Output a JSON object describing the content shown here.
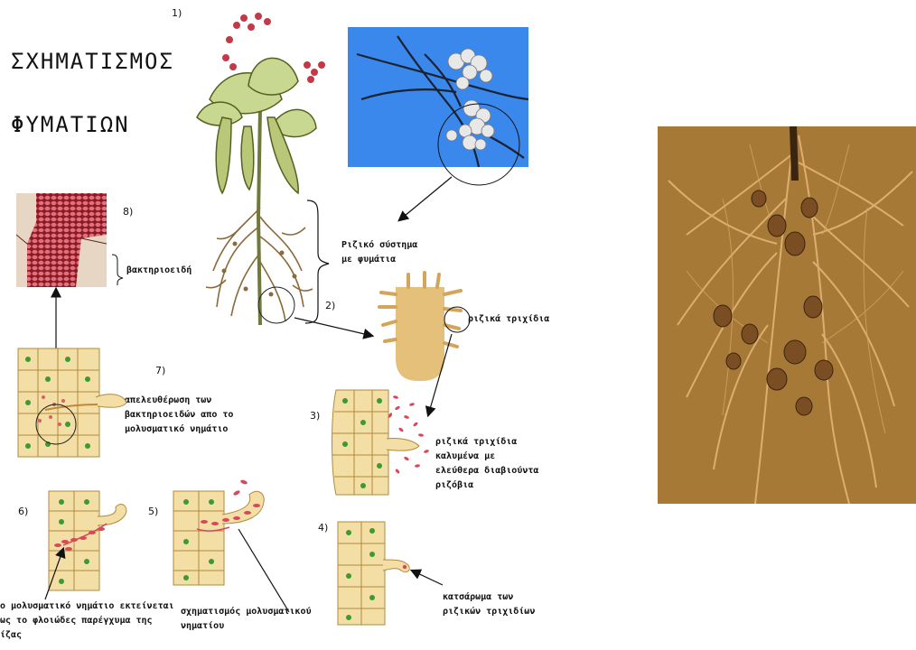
{
  "title": {
    "line1": "ΣΧΗΜΑΤΙΣΜΟΣ",
    "line2": "ΦΥΜΑΤΙΩΝ"
  },
  "steps": {
    "s1": "1)",
    "s2": "2)",
    "s3": "3)",
    "s4": "4)",
    "s5": "5)",
    "s6": "6)",
    "s7": "7)",
    "s8": "8)"
  },
  "labels": {
    "root_system_1": "Ριζικό σύστημα",
    "root_system_2": "με φυμάτια",
    "root_hairs": "ριζικά τριχίδια",
    "bacteroids": "βακτηριοειδή",
    "release_1": "απελευθέρωση των",
    "release_2": "βακτηριοειδών απο το",
    "release_3": "μολυσματικό νημάτιο",
    "covered_1": "ριζικά τριχίδια",
    "covered_2": "καλυμένα με",
    "covered_3": "ελεύθερα διαβιούντα",
    "covered_4": "ριζόβια",
    "curling_1": "κατσάρωμα των",
    "curling_2": "ριζικών τριχιδίων",
    "thread_form_1": "σχηματισμός μολυσματικού",
    "thread_form_2": "νηματίου",
    "thread_extends_1": "ο μολυσματικό νημάτιο εκτείνεται",
    "thread_extends_2": "ως το φλοιώδες παρέγχυμα της",
    "thread_extends_3": "ίζας"
  },
  "colors": {
    "cell_fill": "#f3dea6",
    "cell_line": "#b08a3c",
    "nucleus": "#3c9a2e",
    "bacteria": "#d8485a",
    "leaf": "#c9d890",
    "root": "#8a6a3a",
    "photo_blue": "#2f7fe8",
    "photo_root": "#9a6a35"
  }
}
